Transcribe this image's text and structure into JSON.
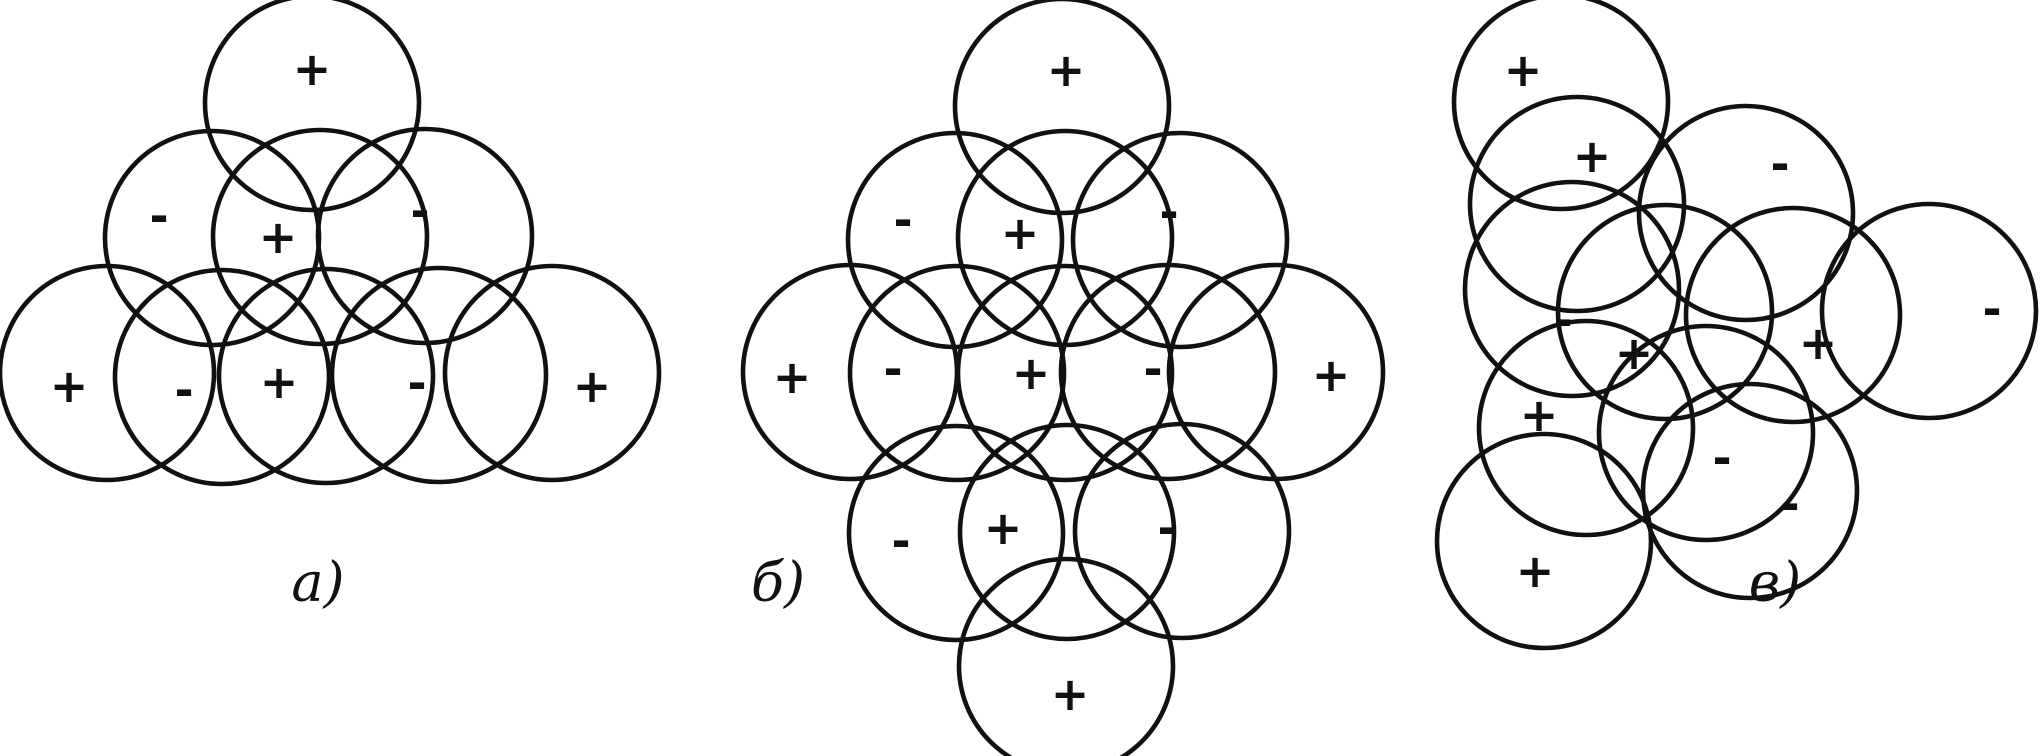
{
  "colors": {
    "ink": "#111111",
    "background": "#ffffff"
  },
  "figures": [
    {
      "label": "а)",
      "atoms": [
        {
          "sign": "+",
          "hidden": false
        },
        {
          "sign": "-",
          "hidden": false
        },
        {
          "sign": "+",
          "hidden": false
        },
        {
          "sign": "-",
          "hidden": false
        },
        {
          "sign": "+",
          "hidden": false
        },
        {
          "sign": "-",
          "hidden": false
        },
        {
          "sign": "+",
          "hidden": false
        },
        {
          "sign": "-",
          "hidden": false
        },
        {
          "sign": "+",
          "hidden": false
        }
      ]
    },
    {
      "label": "б)",
      "atoms": [
        {
          "sign": "+",
          "hidden": false
        },
        {
          "sign": "-",
          "hidden": false
        },
        {
          "sign": "+",
          "hidden": false
        },
        {
          "sign": "-",
          "hidden": false
        },
        {
          "sign": "+",
          "hidden": false
        },
        {
          "sign": "-",
          "hidden": false
        },
        {
          "sign": "+",
          "hidden": false
        },
        {
          "sign": "-",
          "hidden": false
        },
        {
          "sign": "+",
          "hidden": false
        },
        {
          "sign": "-",
          "hidden": false
        },
        {
          "sign": "+",
          "hidden": false
        },
        {
          "sign": "-",
          "hidden": false
        },
        {
          "sign": "+",
          "hidden": false
        }
      ]
    },
    {
      "label": "в)",
      "atoms": [
        {
          "sign": "+",
          "hidden": false
        },
        {
          "sign": "+",
          "hidden": false
        },
        {
          "sign": "-",
          "hidden": false
        },
        {
          "sign": "-",
          "hidden": false
        },
        {
          "sign": "+",
          "hidden": false
        },
        {
          "sign": "+",
          "hidden": false
        },
        {
          "sign": "-",
          "hidden": false
        },
        {
          "sign": "+",
          "hidden": false
        },
        {
          "sign": "-",
          "hidden": false
        },
        {
          "sign": "+",
          "hidden": false
        },
        {
          "sign": "-",
          "hidden": false
        }
      ]
    }
  ]
}
